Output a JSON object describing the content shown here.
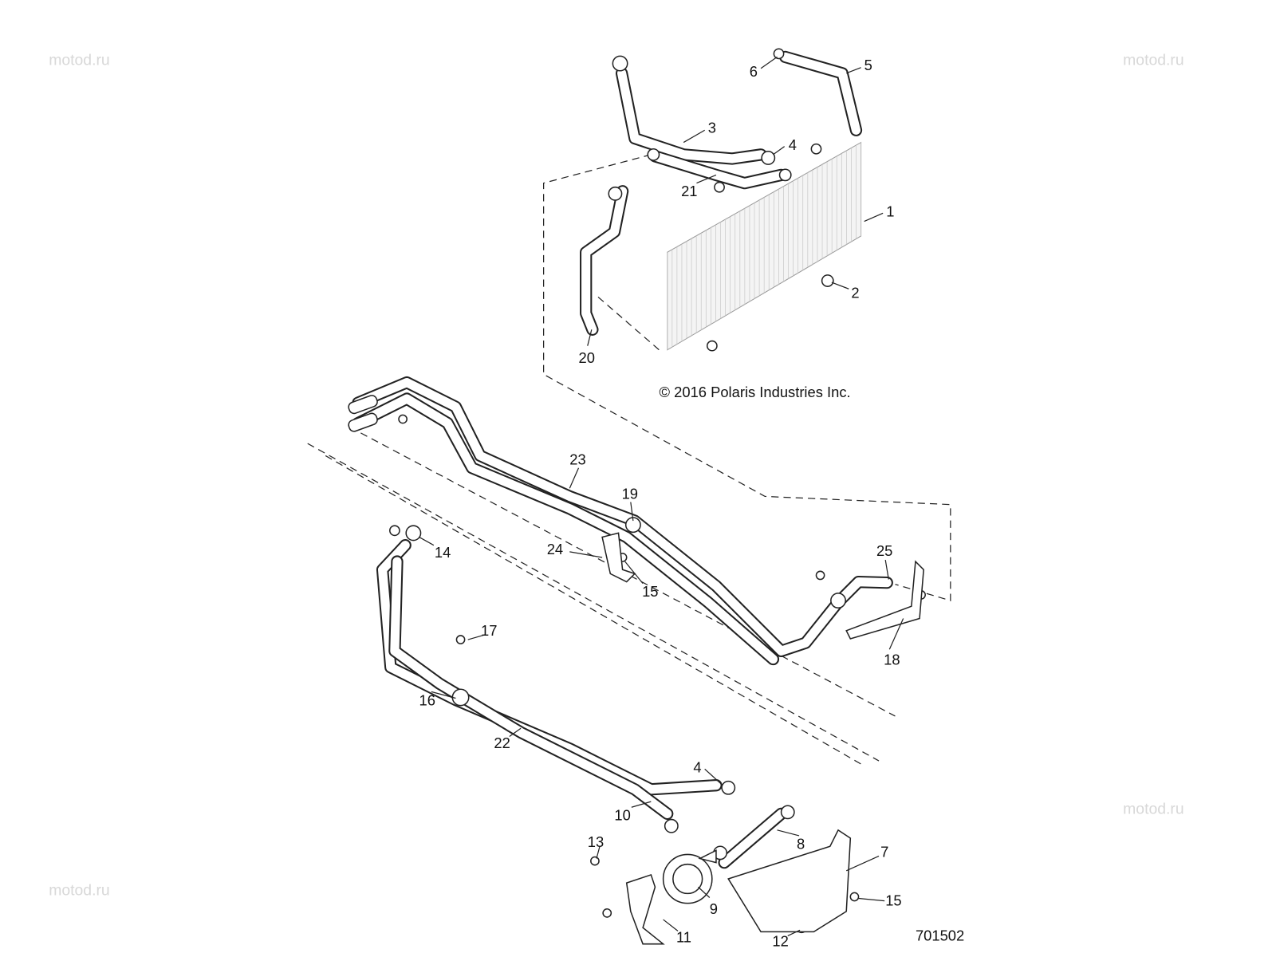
{
  "diagram": {
    "watermark": "motod.ru",
    "copyright": "© 2016 Polaris Industries Inc.",
    "drawing_number": "701502",
    "callouts": [
      {
        "id": "c1",
        "label": "1"
      },
      {
        "id": "c2",
        "label": "2"
      },
      {
        "id": "c3",
        "label": "3"
      },
      {
        "id": "c4a",
        "label": "4"
      },
      {
        "id": "c5",
        "label": "5"
      },
      {
        "id": "c6",
        "label": "6"
      },
      {
        "id": "c21",
        "label": "21"
      },
      {
        "id": "c20",
        "label": "20"
      },
      {
        "id": "c23",
        "label": "23"
      },
      {
        "id": "c19",
        "label": "19"
      },
      {
        "id": "c14",
        "label": "14"
      },
      {
        "id": "c24",
        "label": "24"
      },
      {
        "id": "c15a",
        "label": "15"
      },
      {
        "id": "c25",
        "label": "25"
      },
      {
        "id": "c18",
        "label": "18"
      },
      {
        "id": "c17",
        "label": "17"
      },
      {
        "id": "c16",
        "label": "16"
      },
      {
        "id": "c22",
        "label": "22"
      },
      {
        "id": "c4b",
        "label": "4"
      },
      {
        "id": "c10",
        "label": "10"
      },
      {
        "id": "c8",
        "label": "8"
      },
      {
        "id": "c13",
        "label": "13"
      },
      {
        "id": "c7",
        "label": "7"
      },
      {
        "id": "c15b",
        "label": "15"
      },
      {
        "id": "c9",
        "label": "9"
      },
      {
        "id": "c11",
        "label": "11"
      },
      {
        "id": "c12",
        "label": "12"
      }
    ]
  }
}
